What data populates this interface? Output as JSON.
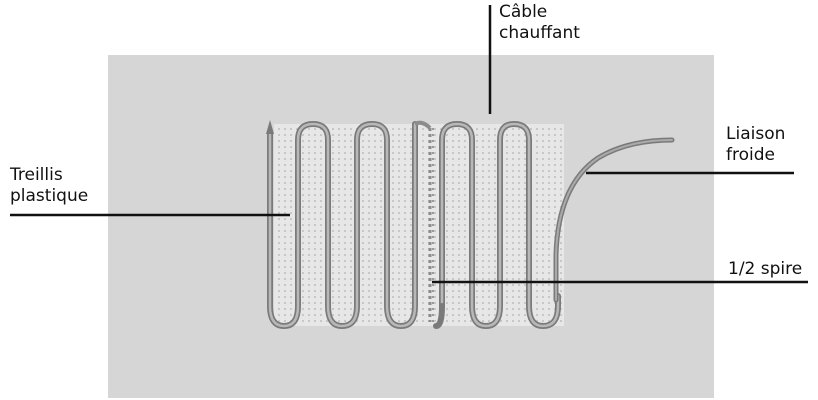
{
  "labels": {
    "cable": {
      "line1": "Câble",
      "line2": "chauffant"
    },
    "mesh": {
      "line1": "Treillis",
      "line2": "plastique"
    },
    "cold_link": {
      "line1": "Liaison",
      "line2": "froide"
    },
    "half_turn": {
      "text": "1/2 spire"
    }
  },
  "colors": {
    "panel": "#d6d6d6",
    "mesh": "#e6e6e6",
    "cable": "#8c8c8c",
    "leader": "#111111"
  }
}
